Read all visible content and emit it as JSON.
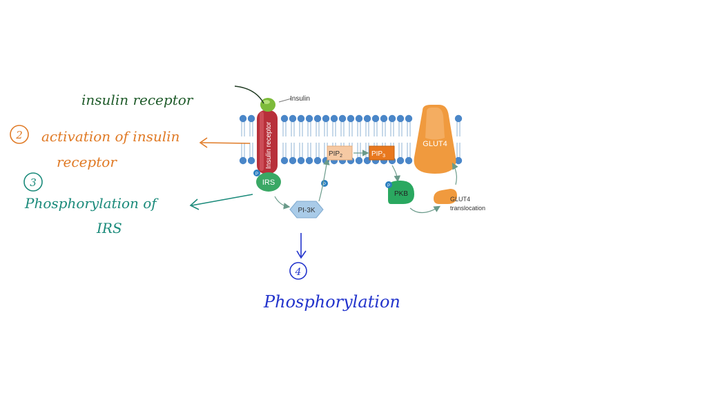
{
  "diagram": {
    "labels": {
      "insulin": "Insulin",
      "insulin_receptor": "Insulin receptor",
      "irs": "IRS",
      "pi3k": "PI-3K",
      "pip2": "PIP",
      "pip2_sub": "2",
      "pip3": "PIP",
      "pip3_sub": "3",
      "pkb": "PKB",
      "glut4": "GLUT4",
      "glut4_translocation_1": "GLUT4",
      "glut4_translocation_2": "translocation",
      "phosphate": "P"
    },
    "colors": {
      "membrane_head": "#4a86c8",
      "receptor": "#b8303a",
      "insulin": "#7dbb3a",
      "irs": "#3aa865",
      "pi3k": "#a9cbe8",
      "pip2": "#f6c9a3",
      "pip3": "#e8781e",
      "pkb": "#2aa860",
      "glut4": "#f09a3e"
    }
  },
  "annotations": {
    "step1": {
      "text": "insulin receptor",
      "color": "#1f5b2a"
    },
    "step2": {
      "number": "2",
      "line1": "activation of insulin",
      "line2": "receptor",
      "color": "#e07a25"
    },
    "step3": {
      "number": "3",
      "line1": "Phosphorylation of",
      "line2": "IRS",
      "color": "#1a8a7a"
    },
    "step4": {
      "number": "4",
      "text": "Phosphorylation",
      "color": "#2233cc"
    }
  }
}
